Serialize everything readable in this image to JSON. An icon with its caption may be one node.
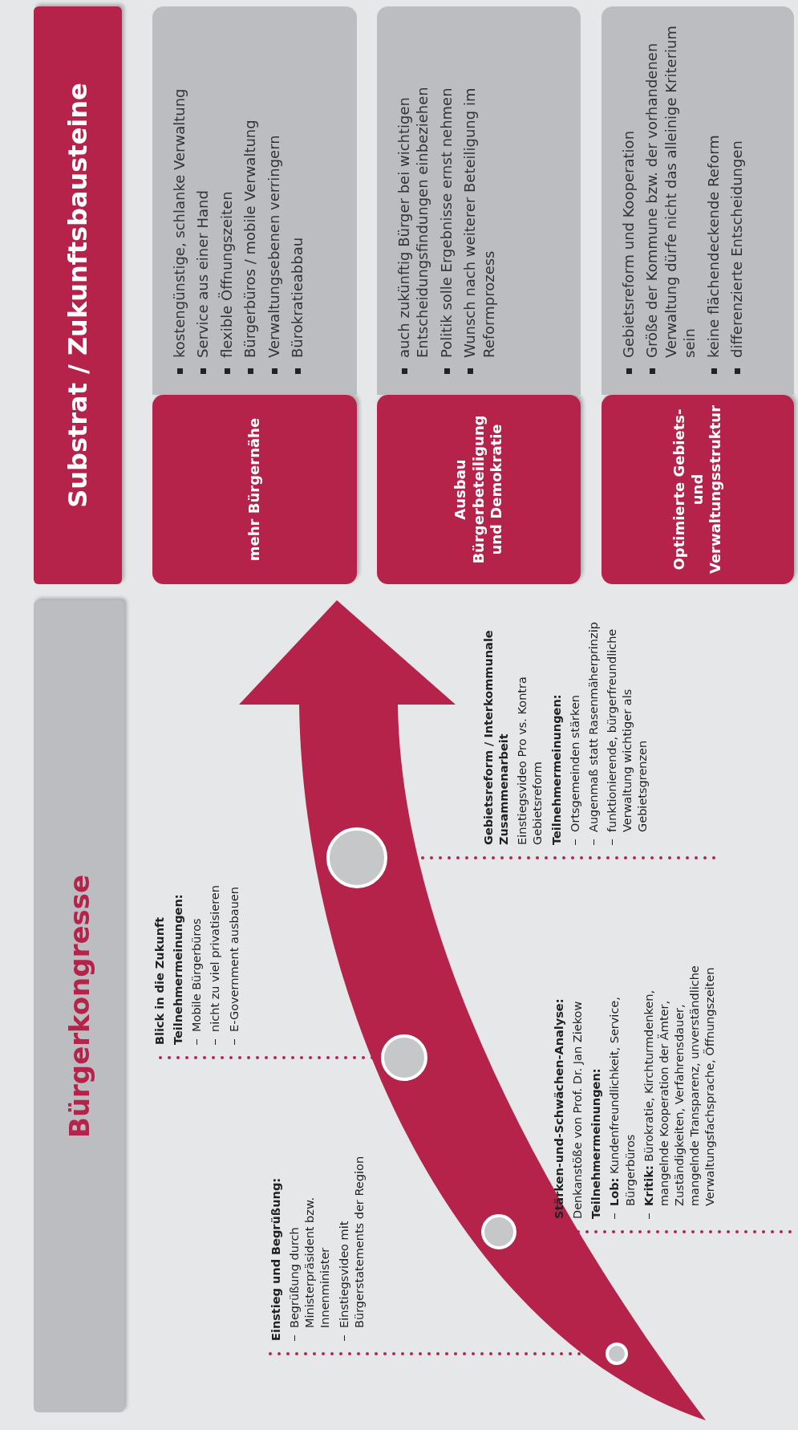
{
  "diagram": {
    "nodes": [
      {
        "text": [
          "Bürgerkongresse"
        ]
      },
      {
        "text": [
          "Einstieg und Begrüßung:",
          "Begrüßung durch Ministerpräsident bzw. Innenminister",
          "Einstiegsvideo mit Bürgerstatements der Region"
        ]
      },
      {
        "text": [],
        "shape": "circle"
      },
      {
        "text": [
          "Stärken-und-Schwächen-Analyse:",
          "Denkanstöße von Prof. Dr. Jan Ziekow",
          "Teilnehmermeinungen:",
          "**Lob:** Kundenfreundlichkeit, Service, Bürgerbüros",
          "**Kritik:** Bürokratie, Kirchturmdenken, mangelnde Kooperation der Ämter, Zuständigkeiten, Verfahrensdauer, mangelnde Transparenz, unverständliche Verwaltungsfachsprache, Öffnungszeiten"
        ]
      },
      {
        "text": [],
        "shape": "circle"
      },
      {
        "text": [
          "Blick in die Zukunft",
          "Teilnehmermeinungen:",
          "Mobile Bürgerbüros",
          "nicht zu viel privatisieren",
          "E-Government ausbauen"
        ]
      },
      {
        "text": [],
        "shape": "circle"
      },
      {
        "text": [
          "Gebietsreform / Interkommunale Zusammenarbeit",
          "Einstiegsvideo Pro vs. Kontra Gebietsreform",
          "Teilnehmermeinungen:",
          "Ortsgemeinden stärken",
          "Augenmaß statt Rasenmäherprinzip",
          "funktionierende, bürgerfreundliche Verwaltung wichtiger als Gebietsgrenzen"
        ]
      },
      {
        "text": [],
        "shape": "circle"
      },
      {
        "text": [
          "Substrat / Zukunftsbausteine"
        ]
      },
      {
        "text": [
          "mehr Bürgernähe"
        ]
      },
      {
        "text": [
          "kostengünstige, schlanke Verwaltung",
          "Service aus einer Hand",
          "flexible Öffnungszeiten",
          "Bürgerbüros / mobile Verwaltung",
          "Verwaltungsebenen verringern",
          "Bürokratieabbau"
        ]
      },
      {
        "text": [
          "Ausbau Bürgerbeteiligung und Demokratie"
        ]
      },
      {
        "text": [
          "auch zukünftig Bürger bei wichtigen Entscheidungsfindungen einbeziehen",
          "Politik solle Ergebnisse ernst nehmen",
          "Wunsch nach weiterer Beteiligung im Reformprozess"
        ]
      },
      {
        "text": [
          "Optimierte Gebiets- und Verwaltungsstruktur"
        ]
      },
      {
        "text": [
          "Gebietsreform und Kooperation",
          "Größe der Kommune bzw. der vorhandenen Verwaltung dürfe nicht das alleinige Kriterium sein",
          "keine flächendeckende Reform",
          "differenzierte Entscheidungen"
        ]
      }
    ],
    "edges": [
      {
        "from": 2,
        "to": 1,
        "arrow": "none",
        "style": "dashed"
      },
      {
        "from": 4,
        "to": 3,
        "arrow": "none",
        "style": "dashed"
      },
      {
        "from": 6,
        "to": 5,
        "arrow": "none",
        "style": "dashed"
      },
      {
        "from": 8,
        "to": 7,
        "arrow": "none",
        "style": "dashed"
      }
    ]
  }
}
